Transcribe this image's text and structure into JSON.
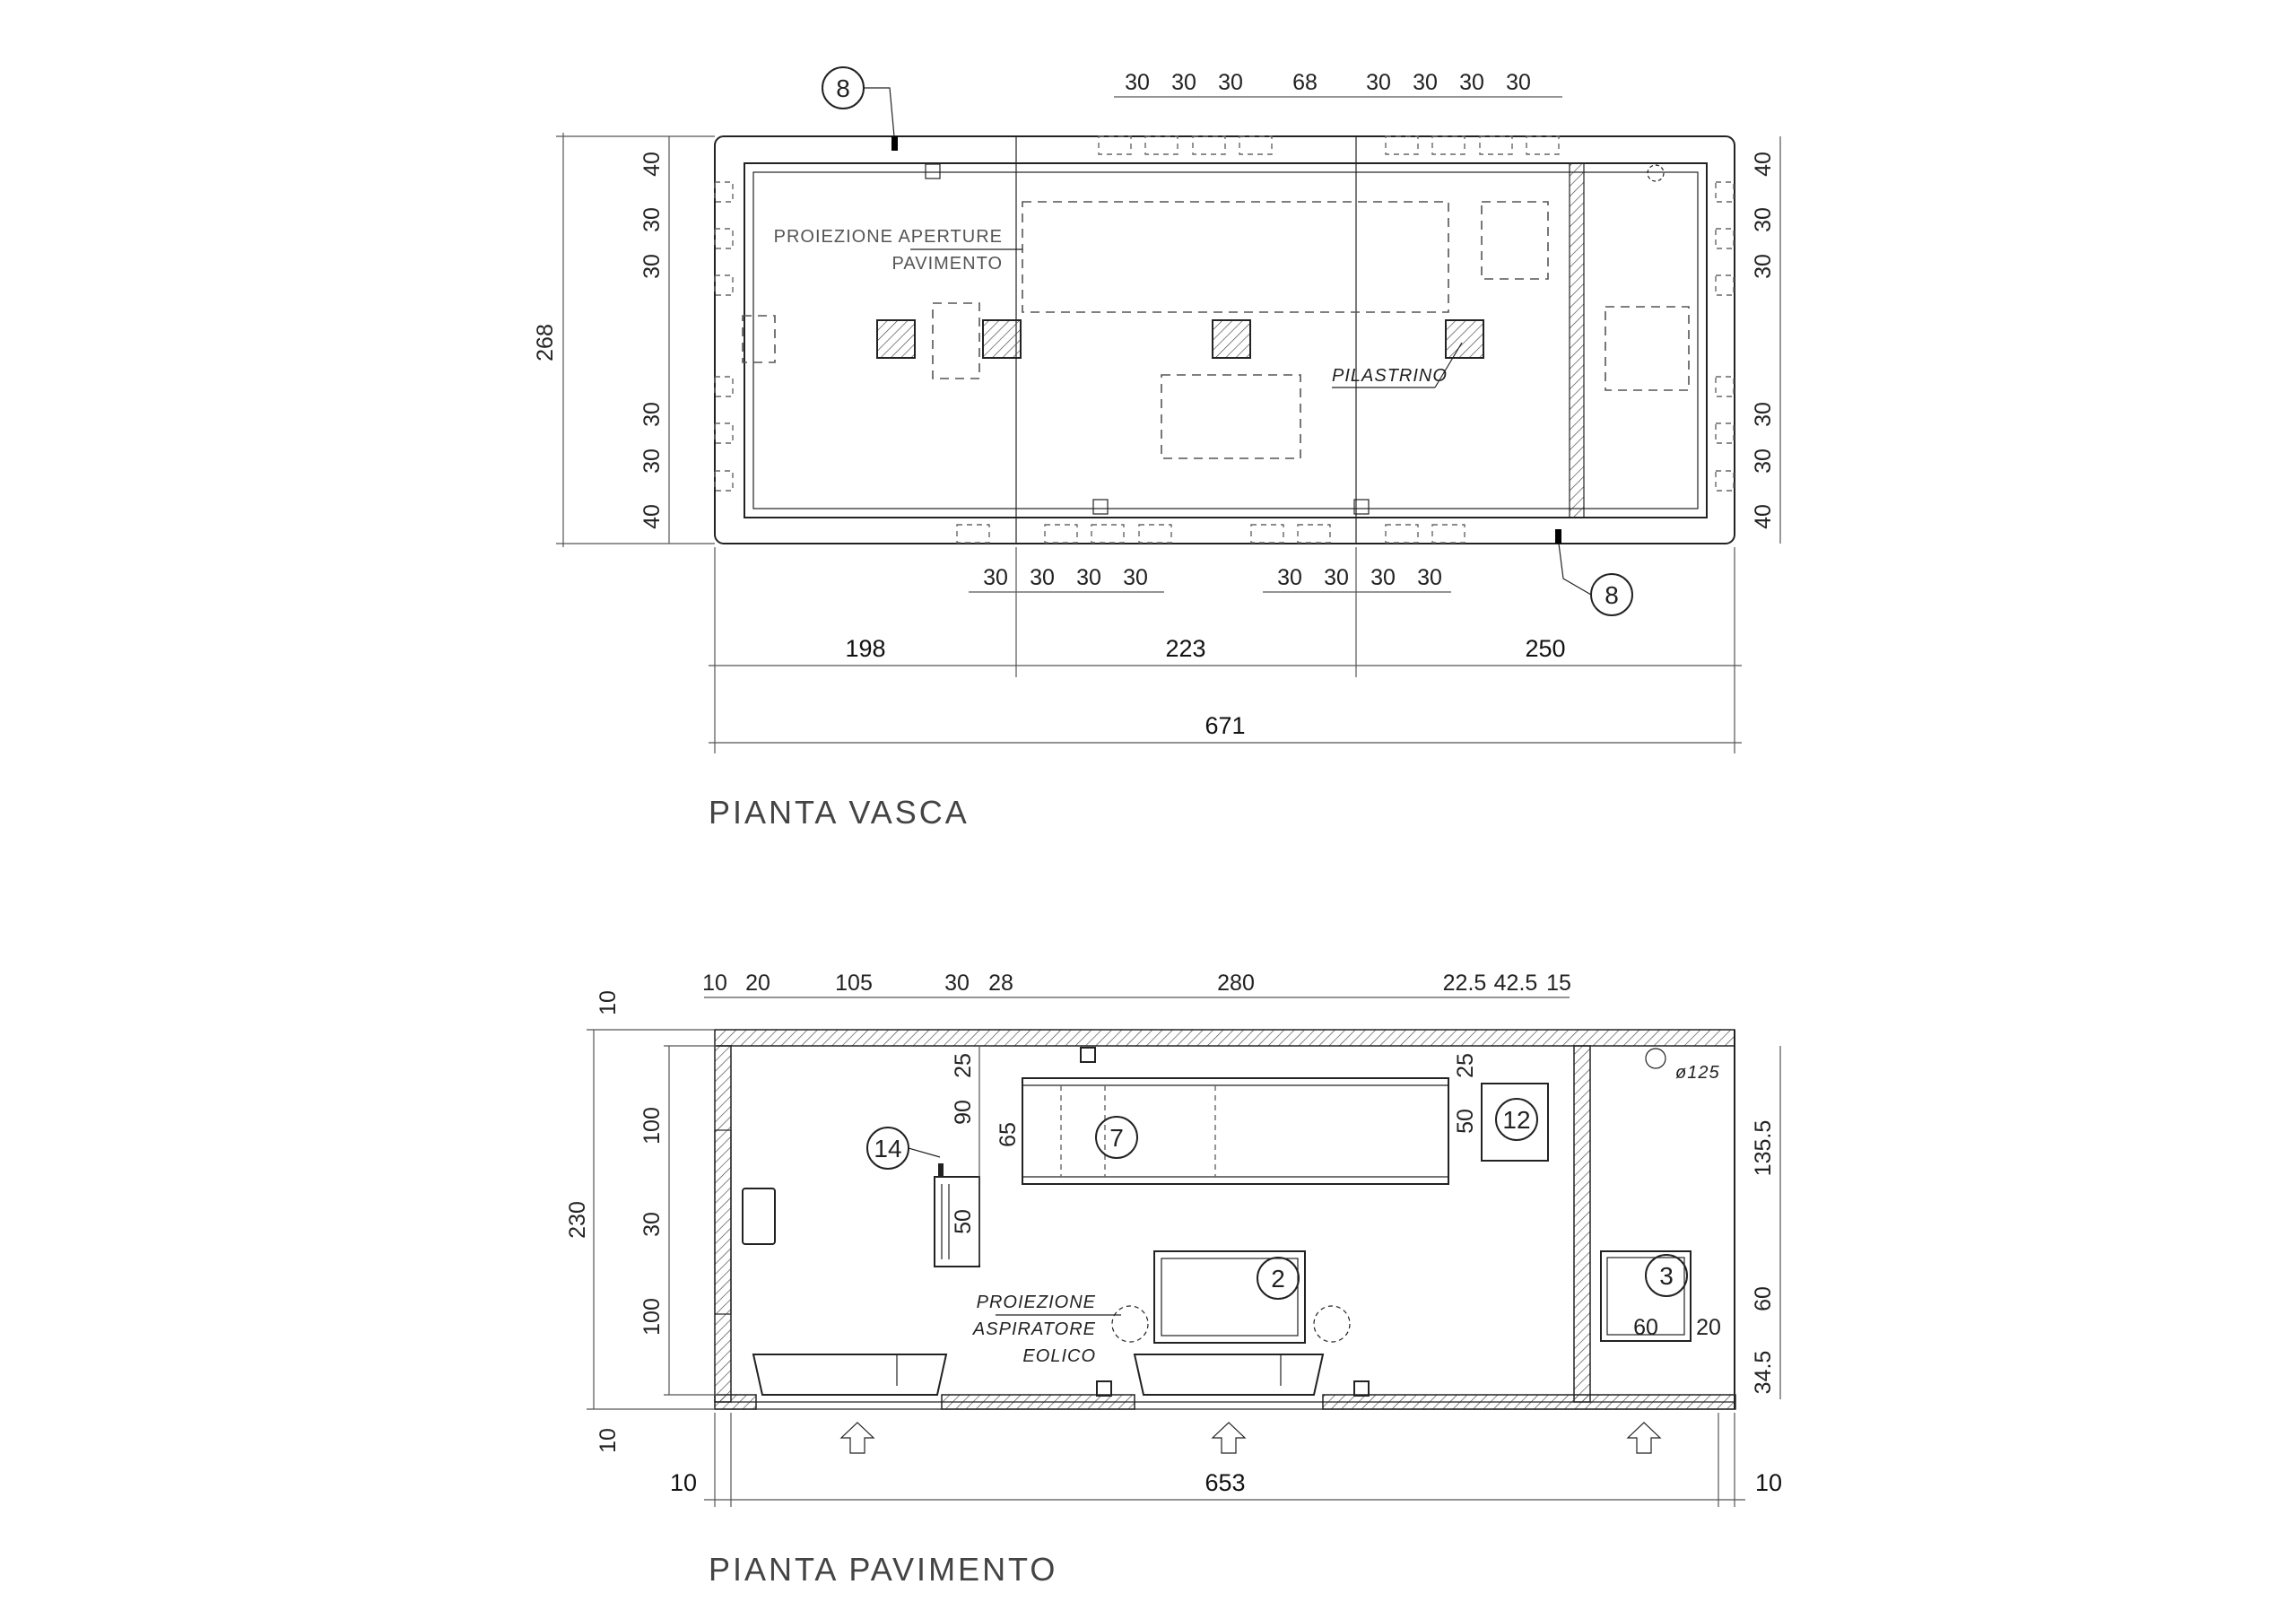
{
  "vasca": {
    "title": "PIANTA VASCA",
    "top_dims": [
      "30",
      "30",
      "30",
      "68",
      "30",
      "30",
      "30",
      "30"
    ],
    "bottom_dims": [
      "30",
      "30",
      "30",
      "30",
      "30",
      "30",
      "30",
      "30"
    ],
    "left_dims": [
      "40",
      "30",
      "30",
      "30",
      "30",
      "40"
    ],
    "right_dims": [
      "40",
      "30",
      "30",
      "30",
      "30",
      "40"
    ],
    "height_dim": "268",
    "seg_dims": [
      "198",
      "223",
      "250"
    ],
    "total_dim": "671",
    "note_openings_1": "PROIEZIONE APERTURE",
    "note_openings_2": "PAVIMENTO",
    "note_pillar": "PILASTRINO",
    "tag_8a": "8",
    "tag_8b": "8"
  },
  "pavimento": {
    "title": "PIANTA PAVIMENTO",
    "top_dims": [
      "10",
      "20",
      "105",
      "30",
      "28",
      "280",
      "22.5",
      "42.5",
      "15"
    ],
    "left_dims": [
      "100",
      "30",
      "100"
    ],
    "left_total": "230",
    "left_top_wall": "10",
    "left_bottom_wall": "10",
    "right_dims": [
      "135.5",
      "60",
      "34.5"
    ],
    "inner_25a": "25",
    "inner_90": "90",
    "inner_65": "65",
    "inner_25b": "25",
    "inner_50a": "50",
    "inner_50b": "50",
    "inner_60": "60",
    "inner_20": "20",
    "diam": "ø125",
    "bottom_left": "10",
    "bottom_total": "653",
    "bottom_right": "10",
    "note_aspir_1": "PROIEZIONE",
    "note_aspir_2": "ASPIRATORE",
    "note_aspir_3": "EOLICO",
    "tag_14": "14",
    "tag_7": "7",
    "tag_12": "12",
    "tag_2": "2",
    "tag_3": "3"
  }
}
